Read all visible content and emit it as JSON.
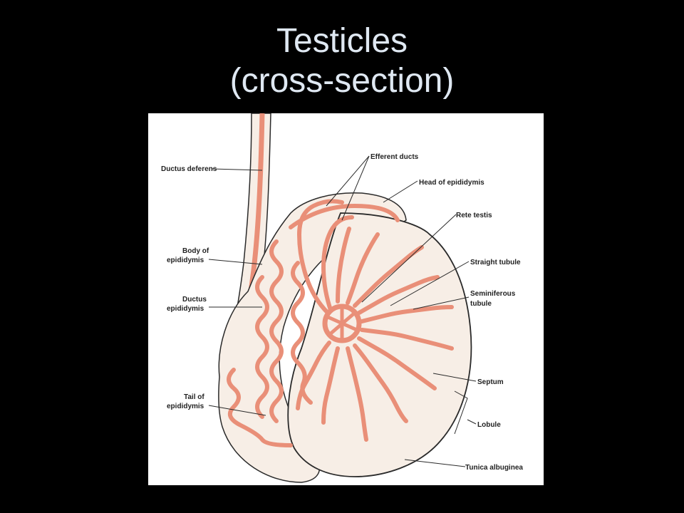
{
  "slide": {
    "title_line1": "Testicles",
    "title_line2": "(cross-section)"
  },
  "diagram": {
    "labels": {
      "ductus_deferens": "Ductus deferens",
      "body_of_epididymis_1": "Body of",
      "body_of_epididymis_2": "epididymis",
      "ductus_epididymis_1": "Ductus",
      "ductus_epididymis_2": "epididymis",
      "tail_of_epididymis_1": "Tail of",
      "tail_of_epididymis_2": "epididymis",
      "efferent_ducts": "Efferent ducts",
      "head_of_epididymis": "Head of epididymis",
      "rete_testis": "Rete testis",
      "straight_tubule": "Straight tubule",
      "seminiferous_tubule_1": "Seminiferous",
      "seminiferous_tubule_2": "tubule",
      "septum": "Septum",
      "lobule": "Lobule",
      "tunica_albuginea": "Tunica albuginea"
    },
    "colors": {
      "tubule": "#e98f78",
      "tubule_outline": "#8a4a3a",
      "tissue": "#f7eee6",
      "outline": "#2a2a2a",
      "title": "#dfe8f2",
      "background": "#000000"
    }
  }
}
